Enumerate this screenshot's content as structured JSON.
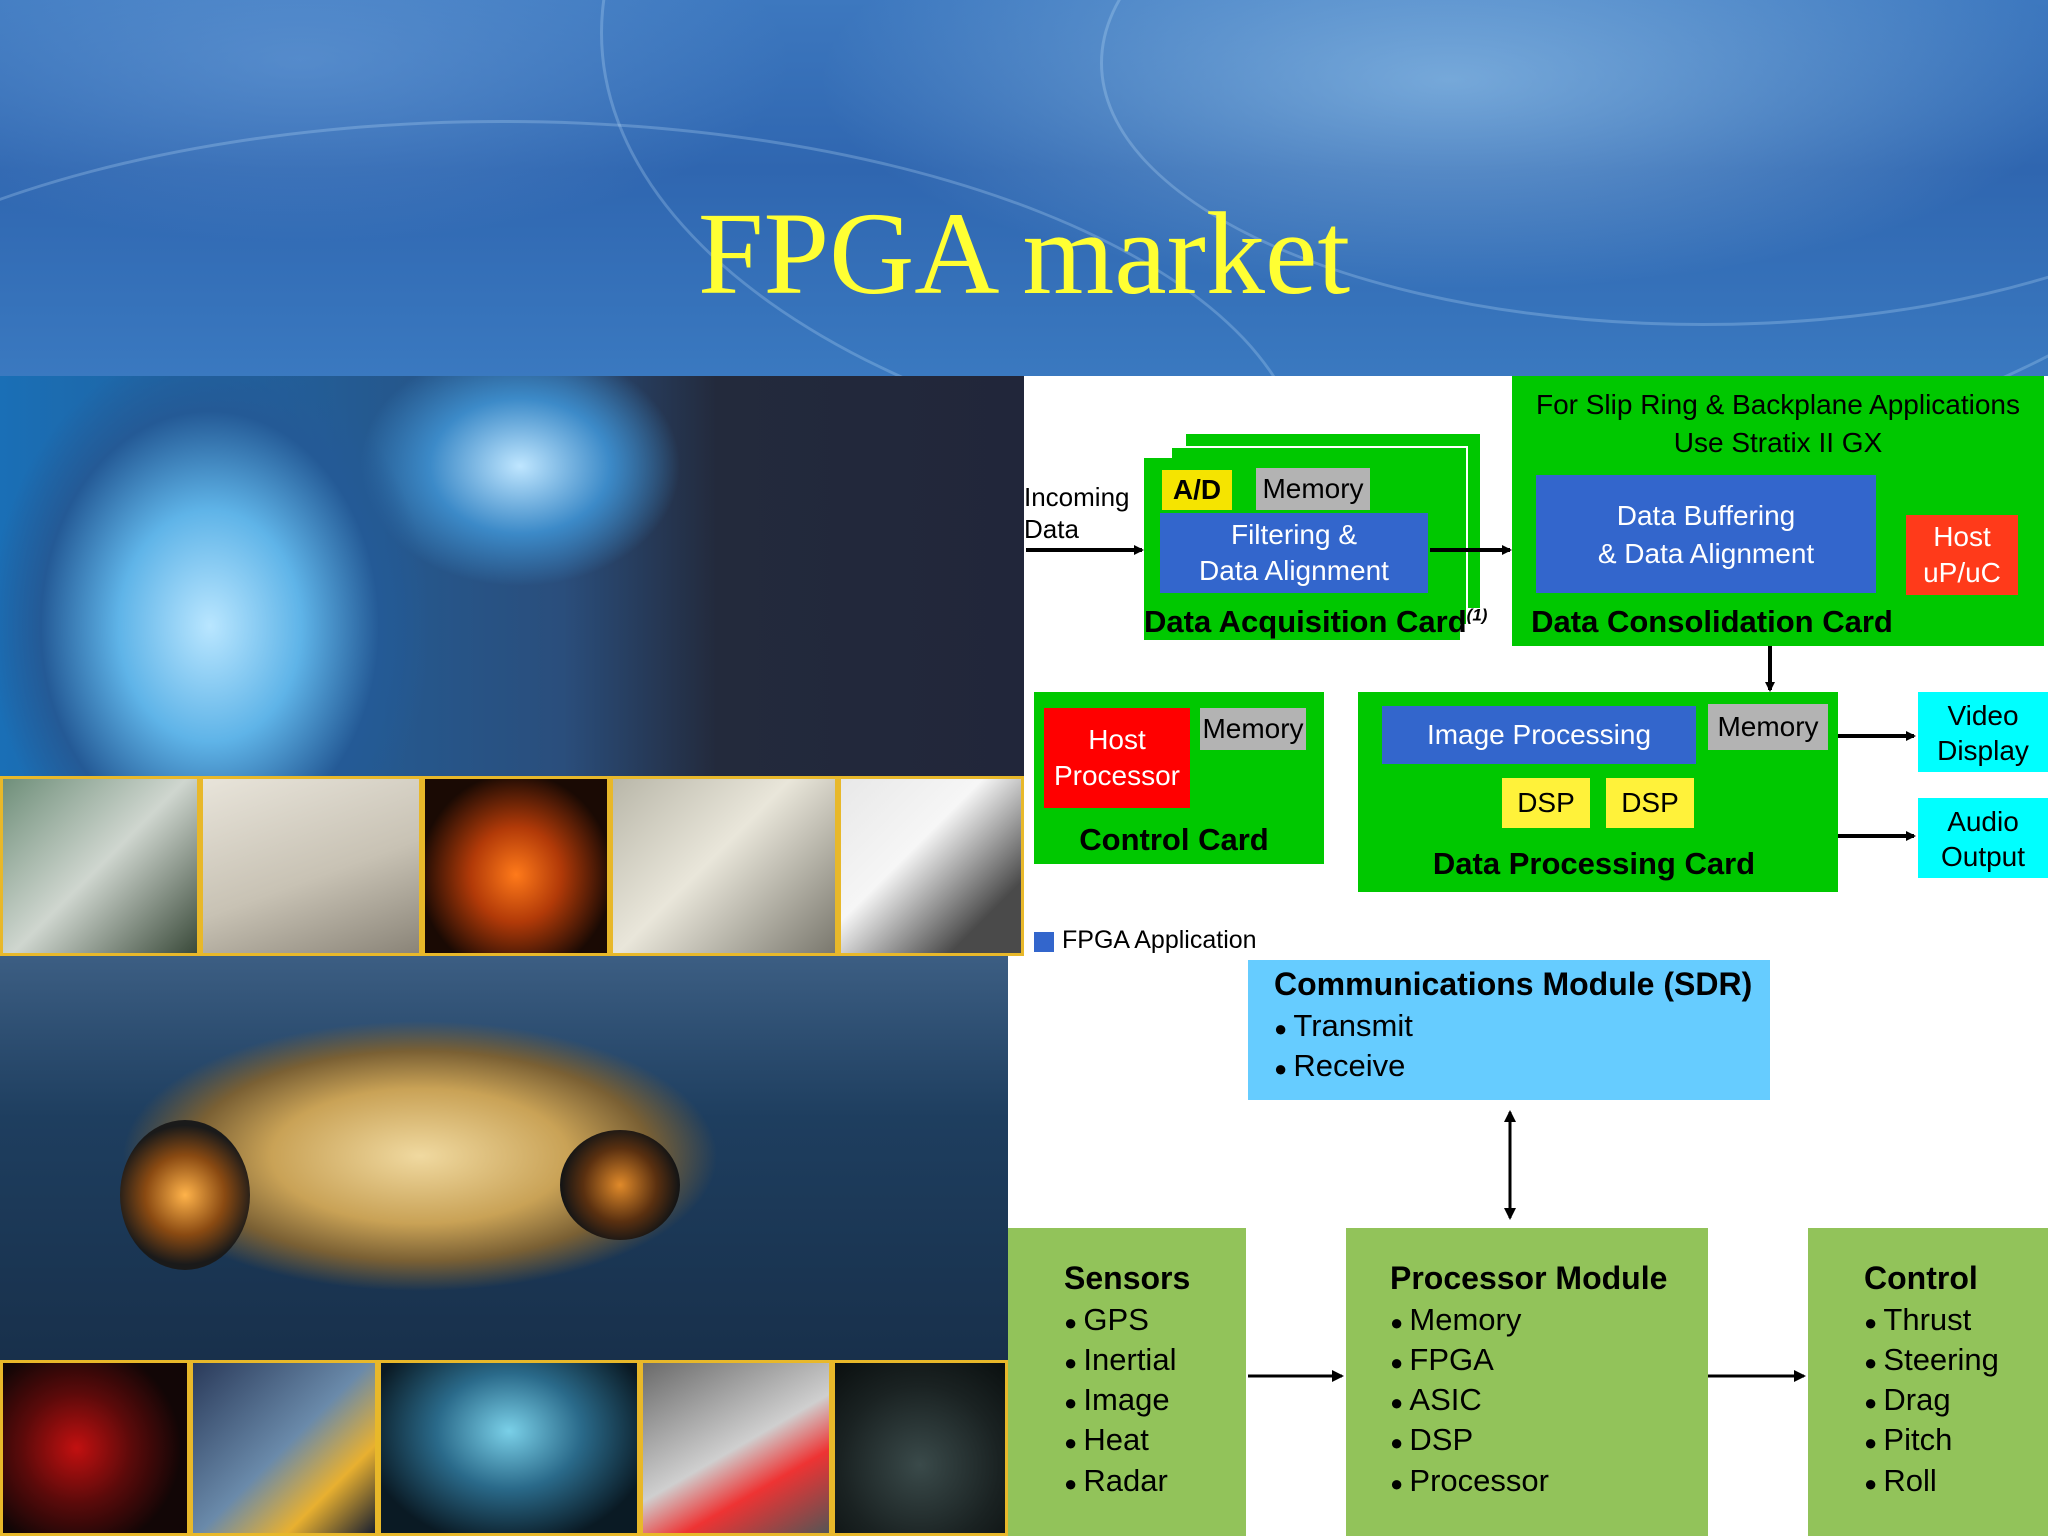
{
  "title": "FPGA market",
  "top_diagram": {
    "incoming": "Incoming\nData",
    "acq": {
      "ad": "A/D",
      "memory": "Memory",
      "filter": "Filtering &\nData Alignment",
      "label": "Data Acquisition Card",
      "footnote": "(1)"
    },
    "cons": {
      "note": "For Slip Ring & Backplane Applications\nUse Stratix II GX",
      "buffer": "Data Buffering\n& Data Alignment",
      "host": "Host\nuP/uC",
      "label": "Data Consolidation Card"
    },
    "control": {
      "host": "Host\nProcessor",
      "memory": "Memory",
      "label": "Control Card"
    },
    "proc": {
      "image": "Image Processing",
      "memory": "Memory",
      "dsp1": "DSP",
      "dsp2": "DSP",
      "label": "Data Processing Card"
    },
    "video": "Video\nDisplay",
    "audio": "Audio\nOutput",
    "legend": "FPGA Application"
  },
  "bottom_diagram": {
    "comm": {
      "title": "Communications Module (SDR)",
      "items": [
        "Transmit",
        "Receive"
      ]
    },
    "sensors": {
      "title": "Sensors",
      "items": [
        "GPS",
        "Inertial",
        "Image",
        "Heat",
        "Radar"
      ]
    },
    "processor": {
      "title": "Processor Module",
      "items": [
        "Memory",
        "FPGA",
        "ASIC",
        "DSP",
        "Processor"
      ]
    },
    "control": {
      "title": "Control",
      "items": [
        "Thrust",
        "Steering",
        "Drag",
        "Pitch",
        "Roll"
      ]
    }
  },
  "colors": {
    "title": "#ffff33",
    "green": "#00c800",
    "blue": "#3366cc",
    "light_green": "#92c35a",
    "sky": "#66ccff"
  }
}
